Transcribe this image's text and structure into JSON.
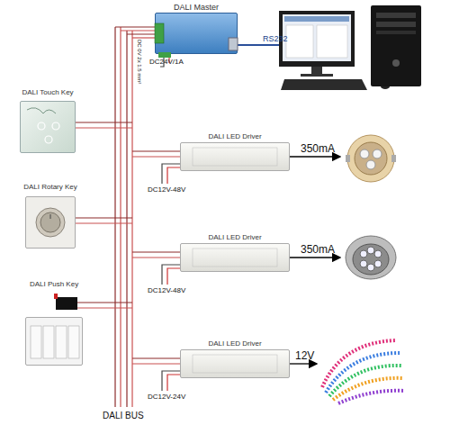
{
  "diagram": {
    "nodes": [
      {
        "text": [
          "DALI Master"
        ]
      },
      {
        "text": [
          "DALI Touch Key"
        ]
      },
      {
        "text": [
          "DALI Rotary Key"
        ]
      },
      {
        "text": [
          "DALI Push Key"
        ]
      },
      {
        "text": [
          "DALI LED Driver"
        ]
      },
      {
        "text": [
          "DALI LED Driver"
        ]
      },
      {
        "text": [
          "DALI LED Driver"
        ]
      }
    ],
    "labels": [
      "RS232",
      "DC24V/1A",
      "DC12V-48V",
      "350mA",
      "DC12V-48V",
      "350mA",
      "DC12V-24V",
      "12V",
      "DALI BUS",
      "DC 0V 2x 1.5 mm²"
    ]
  }
}
